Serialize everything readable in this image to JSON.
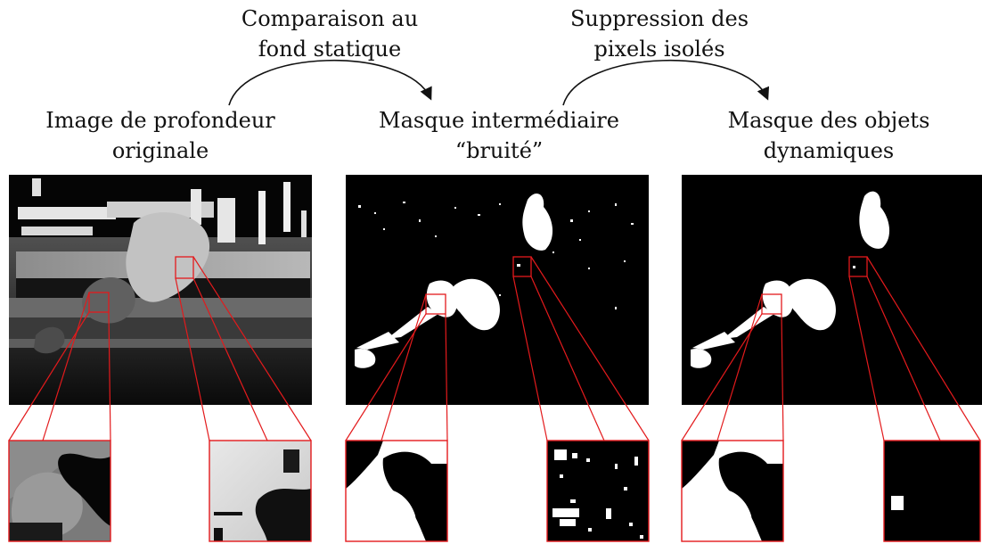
{
  "transitions": [
    {
      "line1": "Comparaison au",
      "line2": "fond statique"
    },
    {
      "line1": "Suppression des",
      "line2": "pixels isolés"
    }
  ],
  "stages": [
    {
      "line1": "Image de profondeur",
      "line2": "originale"
    },
    {
      "line1": "Masque intermédiaire",
      "line2": "“bruité”"
    },
    {
      "line1": "Masque des objets",
      "line2": "dynamiques"
    }
  ],
  "colors": {
    "zoom_frame": "#e31a1c",
    "arrow": "#111111",
    "mask_fg": "#ffffff",
    "mask_bg": "#000000"
  }
}
